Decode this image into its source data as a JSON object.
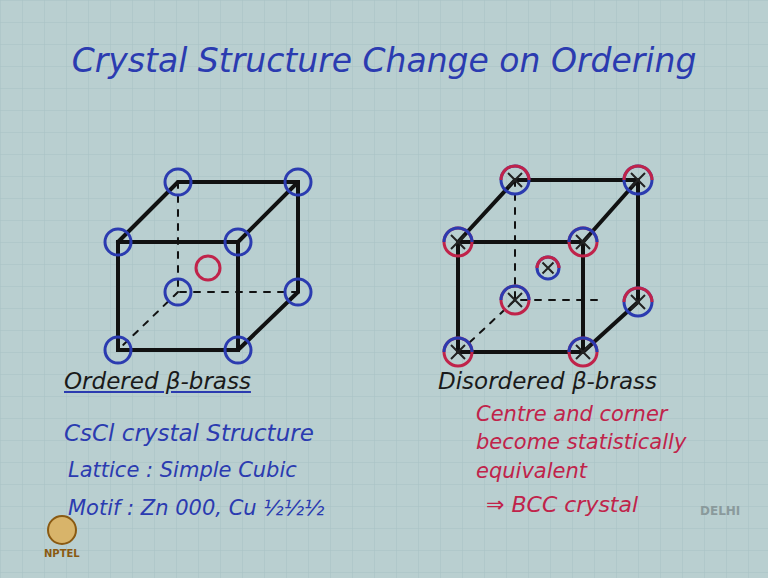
{
  "diagram": {
    "title": "Crystal Structure Change on Ordering",
    "labels": [
      "Ordered β-brass",
      "Disordered β-brass",
      "CsCl crystal Structure",
      "Lattice : Simple Cubic",
      "Motif : Zn 000, Cu ½½½",
      "Centre and corner become statistically equivalent",
      "⇒ BCC crystal",
      "NPTEL",
      "DELHI"
    ]
  }
}
